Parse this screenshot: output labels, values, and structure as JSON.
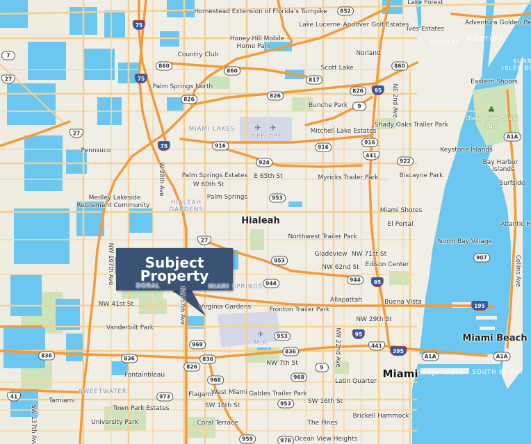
{
  "callout": {
    "line1": "Subject",
    "line2": "Property"
  },
  "colors": {
    "land": "#f1eee5",
    "water": "#6bc7ef",
    "park": "#cfe3bb",
    "highway": "#f39a3a",
    "road": "#f7cf8f",
    "callout": "#3a5274",
    "airport": "#d4d9e8"
  },
  "icons": {
    "airport": "airport-icon",
    "park": "tree-icon"
  },
  "places": {
    "homestead": "Homestead Extension of Florida's Turnpike",
    "lake_lucerne": "Lake Lucerne",
    "andover": "Andover Golf Estates",
    "ives": "Ives Estates",
    "adventura_golden": "Adventura Golden Be",
    "honey_hill_1": "Honey Hill Mobile",
    "honey_hill_2": "Home Park",
    "skylake": "SKYLAKE",
    "aventura": "AVENTURA",
    "sunny_1": "SUNN",
    "sunny_2": "ISLES BE",
    "country_club": "Country Club",
    "norland": "Norland",
    "scott_lake": "Scott Lake",
    "palm_springs_north": "Palm Springs North",
    "eastern_shores": "Eastern Shores",
    "bunche_park": "Bunche Park",
    "ne2nd": "NE 2nd Ave",
    "miami_lakes": "MIAMI LAKES",
    "opf": "OPF",
    "shady_oaks": "Shady Oaks Trailer Park",
    "oleta_1": "Oleta River State",
    "oleta_2": "Park",
    "mitchell_lake": "Mitchell Lake Estates",
    "pennsuco": "Pennsuco",
    "keystone": "Keystone Islands",
    "bay_harbor_1": "Bay Harbor",
    "bay_harbor_2": "Islands",
    "w28th": "W 28th Ave",
    "palm_springs_estates": "Palm Springs Estates",
    "e65th": "E 65th St",
    "myricks": "Myricks Trailer Park",
    "biscayne_park": "Biscayne Park",
    "surfside": "Surfside",
    "w60th": "W 60th St",
    "palm_springs": "Palm Springs",
    "medley_1": "Medley Lakeside",
    "medley_2": "Retirement Community",
    "hialeah_gardens_1": "HIALEAH",
    "hialeah_gardens_2": "GARDENS",
    "miami_shores": "Miami Shores",
    "hialeah": "Hialeah",
    "el_portal": "El Portal",
    "atlantic_h": "Atlantic H",
    "northwest_trailer": "Northwest Trailer Park",
    "north_bay_village": "North Bay Village",
    "nw107th": "NW 107th Ave",
    "gladeview": "Gladeview",
    "nw71st": "NW 71st St",
    "collins": "Collins Ave",
    "nw62nd": "NW 62nd St",
    "edison_center": "Edison Center",
    "miami_springs": "MIAMI SPRINGS",
    "doral": "DORAL",
    "allapattah": "Allapattah",
    "nw41st": "NW 41st St",
    "nw_ave": "NW 57th Ave",
    "virginia_gardens": "Virginia Gardens",
    "fronton": "Fronton Trailer Park",
    "buena_vista": "Buena Vista",
    "nw29th": "NW 29th St",
    "vanderbilt": "Vanderbilt Park",
    "mia": "MIA",
    "nw22nd": "NW 22nd Ave",
    "miami_beach": "Miami Beach",
    "nw7th": "NW 7th St",
    "miami": "Miami",
    "dodge_island": "Dodge Island",
    "south_beach": "SOUTH BEACH",
    "fontainbleau": "Fontainbleau",
    "latin_quarter": "Latin Quarter",
    "sweetwater": "SWEETWATER",
    "flagami": "Flagami",
    "west_miami": "West Miami",
    "gables_trailer": "Gables Trailer Park",
    "tamiami": "Tamiami",
    "town_park": "Town Park Estates",
    "sw16th_a": "SW 16th St",
    "sw16th_b": "SW 16th St",
    "sw137th": "SW 137th Ave",
    "brickell": "Brickell Hammock",
    "university_park": "University Park",
    "coral_terrace": "Coral Terrace",
    "the_pines": "The Pines",
    "ocean_view": "Ocean View Heights",
    "lake_forest": "Lake Forest"
  },
  "shields": {
    "s852": "852",
    "s75a": "75",
    "s75b": "75",
    "s75c": "75",
    "s860a": "860",
    "s860b": "860",
    "s860c": "860",
    "s817": "817",
    "s826a": "826",
    "s826b": "826",
    "s826c": "826",
    "s826d": "826",
    "s95a": "95",
    "s95b": "95",
    "s95c": "95",
    "s9a": "9",
    "s9b": "9",
    "s27a": "27",
    "s27b": "27",
    "s27c": "27",
    "s916a": "916",
    "s916b": "916",
    "s916c": "916",
    "s441a": "441",
    "s441b": "441",
    "sA1Aa": "A1A",
    "sA1Ab": "A1A",
    "sA1Ac": "A1A",
    "s922": "922",
    "s924": "924",
    "s953a": "953",
    "s953b": "953",
    "s953c": "953",
    "s953d": "953",
    "s907": "907",
    "s944": "944",
    "s944b": "944",
    "s195": "195",
    "s395": "395",
    "s969": "969",
    "s836a": "836",
    "s836b": "836",
    "s836c": "836",
    "s836d": "836",
    "s968": "968",
    "s968b": "968",
    "s973": "973",
    "s41": "41",
    "s959": "959",
    "s976": "976",
    "s7": "7"
  }
}
